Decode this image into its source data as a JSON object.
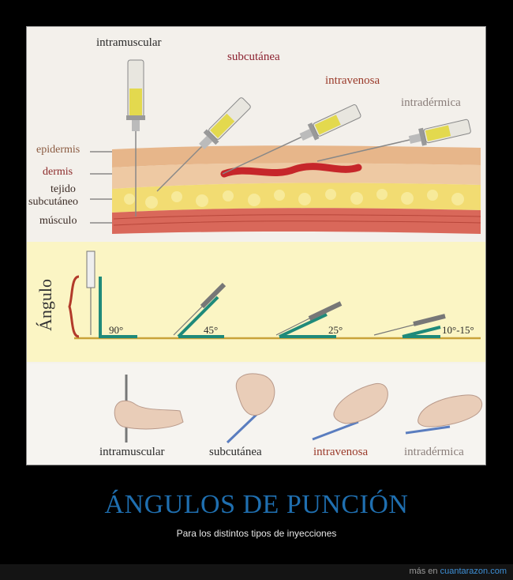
{
  "diagram": {
    "injection_types": {
      "intramuscular": "intramuscular",
      "subcutaneous": "subcutánea",
      "intravenous": "intravenosa",
      "intradermal": "intradérmica"
    },
    "layers": {
      "epidermis": "epidermis",
      "dermis": "dermis",
      "tissue_line1": "tejido",
      "tissue_line2": "subcutáneo",
      "muscle": "músculo"
    },
    "angle_section": {
      "label": "Ángulo",
      "angles": [
        "90°",
        "45°",
        "25°",
        "10°-15°"
      ]
    },
    "hand_captions": [
      "intramuscular",
      "subcutánea",
      "intravenosa",
      "intradérmica"
    ]
  },
  "post": {
    "title": "ÁNGULOS DE PUNCIÓN",
    "subtitle": "Para los distintos tipos de inyecciones"
  },
  "footer": {
    "prefix": "más en",
    "site": "cuantarazon.com"
  },
  "colors": {
    "title": "#1f6fb0",
    "angle_marker": "#1f8a7a",
    "baseline": "#c9a33a"
  }
}
